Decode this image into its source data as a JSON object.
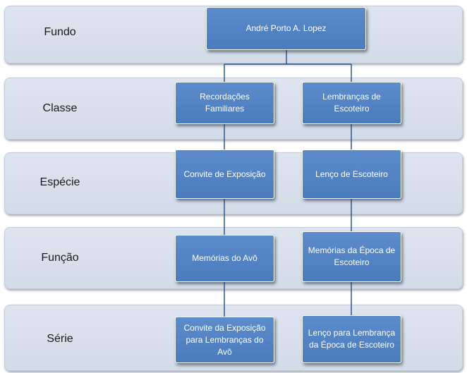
{
  "levels": {
    "fundo": "Fundo",
    "classe": "Classe",
    "especie": "Espécie",
    "funcao": "Função",
    "serie": "Série"
  },
  "nodes": {
    "root": "André Porto A. Lopez",
    "classe_left": "Recordações Familiares",
    "classe_right": "Lembranças  de Escoteiro",
    "especie_left": "Convite de Exposição",
    "especie_right": "Lenço de Escoteiro",
    "funcao_left": "Memórias do Avô",
    "funcao_right": "Memórias da Época de Escoteiro",
    "serie_left": "Convite da Exposição para Lembranças do Avô",
    "serie_right": "Lenço para Lembrança da Época de Escoteiro"
  },
  "colors": {
    "node_fill": "#4f81bd",
    "band_fill": "#dbe1ec",
    "connector": "#2e5487"
  }
}
